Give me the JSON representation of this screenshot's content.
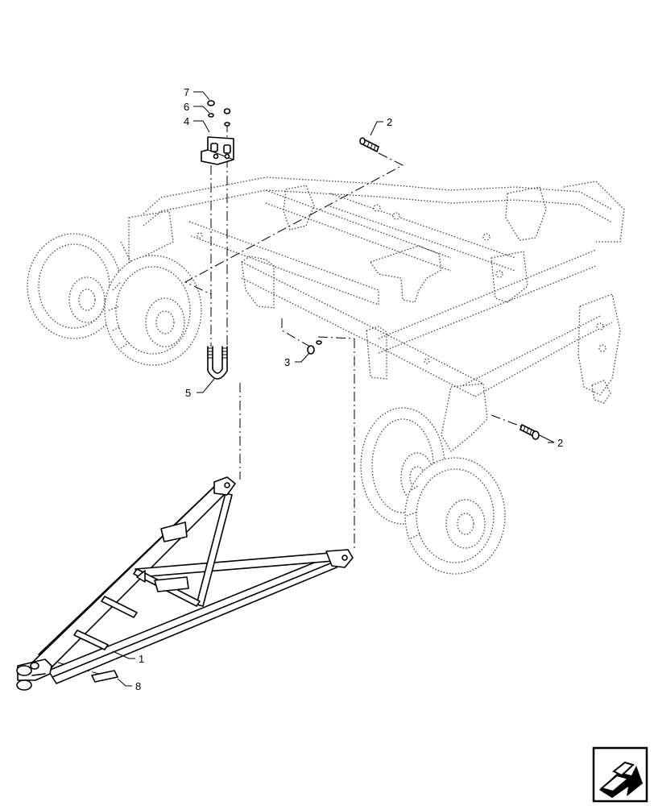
{
  "callouts": {
    "c1": "1",
    "c2a": "2",
    "c2b": "2",
    "c3": "3",
    "c4": "4",
    "c5": "5",
    "c6": "6",
    "c7": "7",
    "c8": "8"
  },
  "icons": {
    "corner": "next-page-arrow-icon"
  }
}
